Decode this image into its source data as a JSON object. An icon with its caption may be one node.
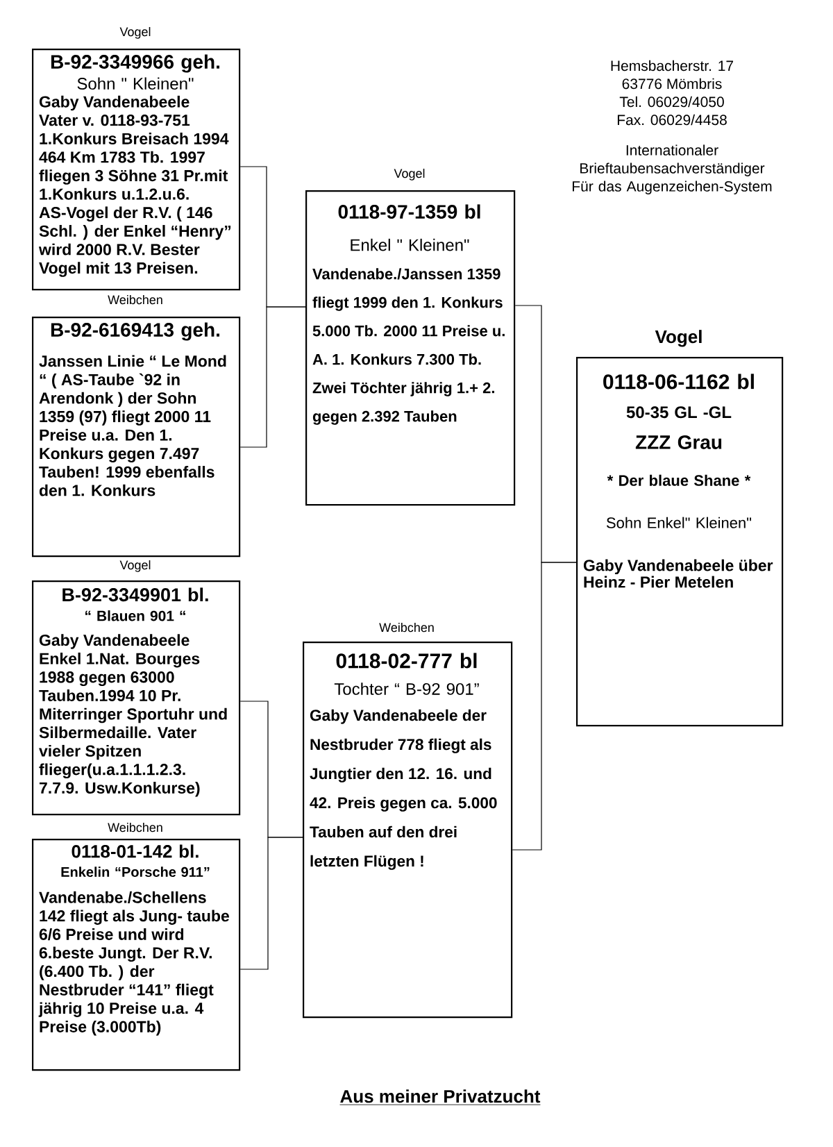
{
  "diagram": {
    "title": "Aus meiner Privatzucht",
    "nodes": [
      {
        "text": [
          "Vogel",
          "B-92-3349966 geh.",
          "Sohn \" Kleinen\"",
          "Gaby Vandenabeele Vater v. 0118-93-751 1.Konkurs Breisach 1994 464 Km 1783 Tb. 1997 fliegen 3 Söhne 31 Pr.mit 1.Konkurs u.1.2.u.6. AS-Vogel der R.V. ( 146 Schl. ) der Enkel “Henry” wird 2000 R.V. Bester Vogel mit 13 Preisen."
        ]
      },
      {
        "text": [
          "Weibchen",
          "B-92-6169413 geh.",
          "Janssen Linie “ Le Mond “ ( AS-Taube `92 in Arendonk ) der Sohn 1359 (97) fliegt 2000 11 Preise u.a. Den 1. Konkurs gegen 7.497 Tauben! 1999 ebenfalls den 1. Konkurs"
        ]
      },
      {
        "text": [
          "Vogel",
          "B-92-3349901 bl.",
          "“ Blauen 901 “",
          "Gaby Vandenabeele Enkel 1.Nat. Bourges 1988 gegen 63000 Tauben.1994 10 Pr. Miterringer Sportuhr und Silbermedaille. Vater vieler Spitzen flieger(u.a.1.1.1.2.3. 7.7.9. Usw.Konkurse)"
        ]
      },
      {
        "text": [
          "Weibchen",
          "0118-01-142 bl.",
          "Enkelin “Porsche 911”",
          "Vandenabe./Schellens 142 fliegt als Jung- taube 6/6 Preise und wird 6.beste Jungt. Der R.V. (6.400 Tb. ) der Nestbruder “141” fliegt jährig 10 Preise u.a. 4 Preise (3.000Tb)"
        ]
      },
      {
        "text": [
          "Vogel",
          "0118-97-1359 bl",
          "Enkel \" Kleinen\"",
          "Vandenabe./Janssen 1359 fliegt 1999 den 1. Konkurs 5.000 Tb. 2000 11 Preise u. A. 1. Konkurs 7.300 Tb. Zwei Töchter jährig 1.+ 2. gegen 2.392 Tauben"
        ]
      },
      {
        "text": [
          "Weibchen",
          "0118-02-777 bl",
          "Tochter “ B-92 901”",
          "Gaby Vandenabeele der Nestbruder 778 fliegt als Jungtier den 12. 16. und 42. Preis gegen ca. 5.000 Tauben auf den drei letzten Flügen !"
        ]
      },
      {
        "text": [
          "Vogel",
          "0118-06-1162 bl",
          "50-35 GL -GL",
          "ZZZ Grau",
          "* Der blaue Shane *",
          "Sohn Enkel\" Kleinen\"",
          "Gaby Vandenabeele über Heinz - Pier Metelen"
        ]
      }
    ],
    "edges": [
      {
        "from": 0,
        "to": 4,
        "arrow": "none"
      },
      {
        "from": 1,
        "to": 4,
        "arrow": "none"
      },
      {
        "from": 2,
        "to": 5,
        "arrow": "none"
      },
      {
        "from": 3,
        "to": 5,
        "arrow": "none"
      },
      {
        "from": 4,
        "to": 6,
        "arrow": "none"
      },
      {
        "from": 5,
        "to": 6,
        "arrow": "none"
      }
    ],
    "labels": [
      "Hemsbacherstr. 17",
      "63776 Mömbris",
      "Tel. 06029/4050",
      "Fax. 06029/4458",
      "Internationaler Brieftaubensachverständiger Für das Augenzeichen-System"
    ]
  }
}
